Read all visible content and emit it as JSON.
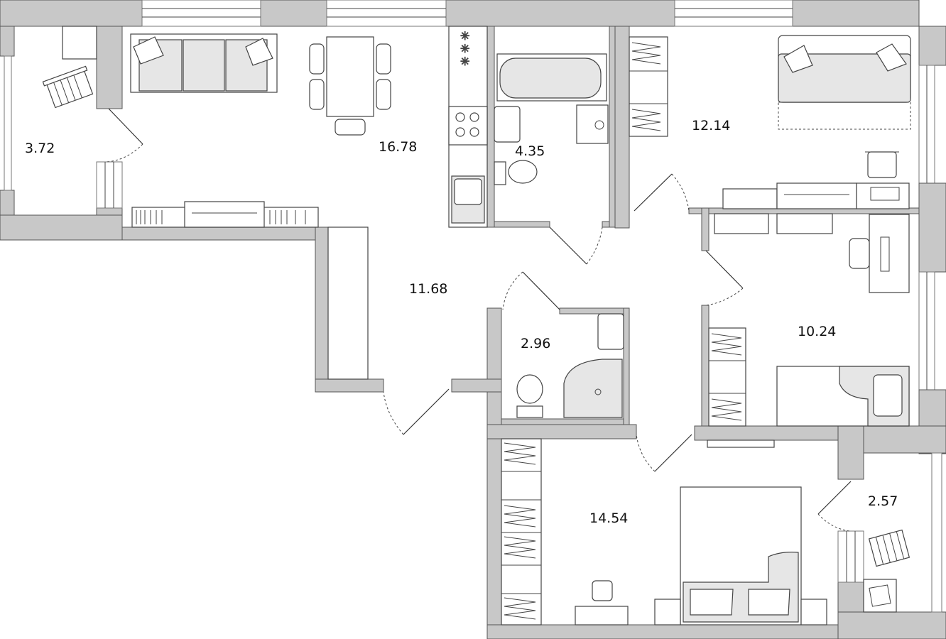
{
  "plan": {
    "rooms": [
      {
        "id": "balcony-west",
        "area": "3.72"
      },
      {
        "id": "living-kitchen",
        "area": "16.78"
      },
      {
        "id": "bathroom",
        "area": "4.35"
      },
      {
        "id": "bedroom-north",
        "area": "12.14"
      },
      {
        "id": "hallway",
        "area": "11.68"
      },
      {
        "id": "washroom",
        "area": "2.96"
      },
      {
        "id": "study",
        "area": "10.24"
      },
      {
        "id": "bedroom-south",
        "area": "14.54"
      },
      {
        "id": "balcony-east",
        "area": "2.57"
      }
    ]
  }
}
